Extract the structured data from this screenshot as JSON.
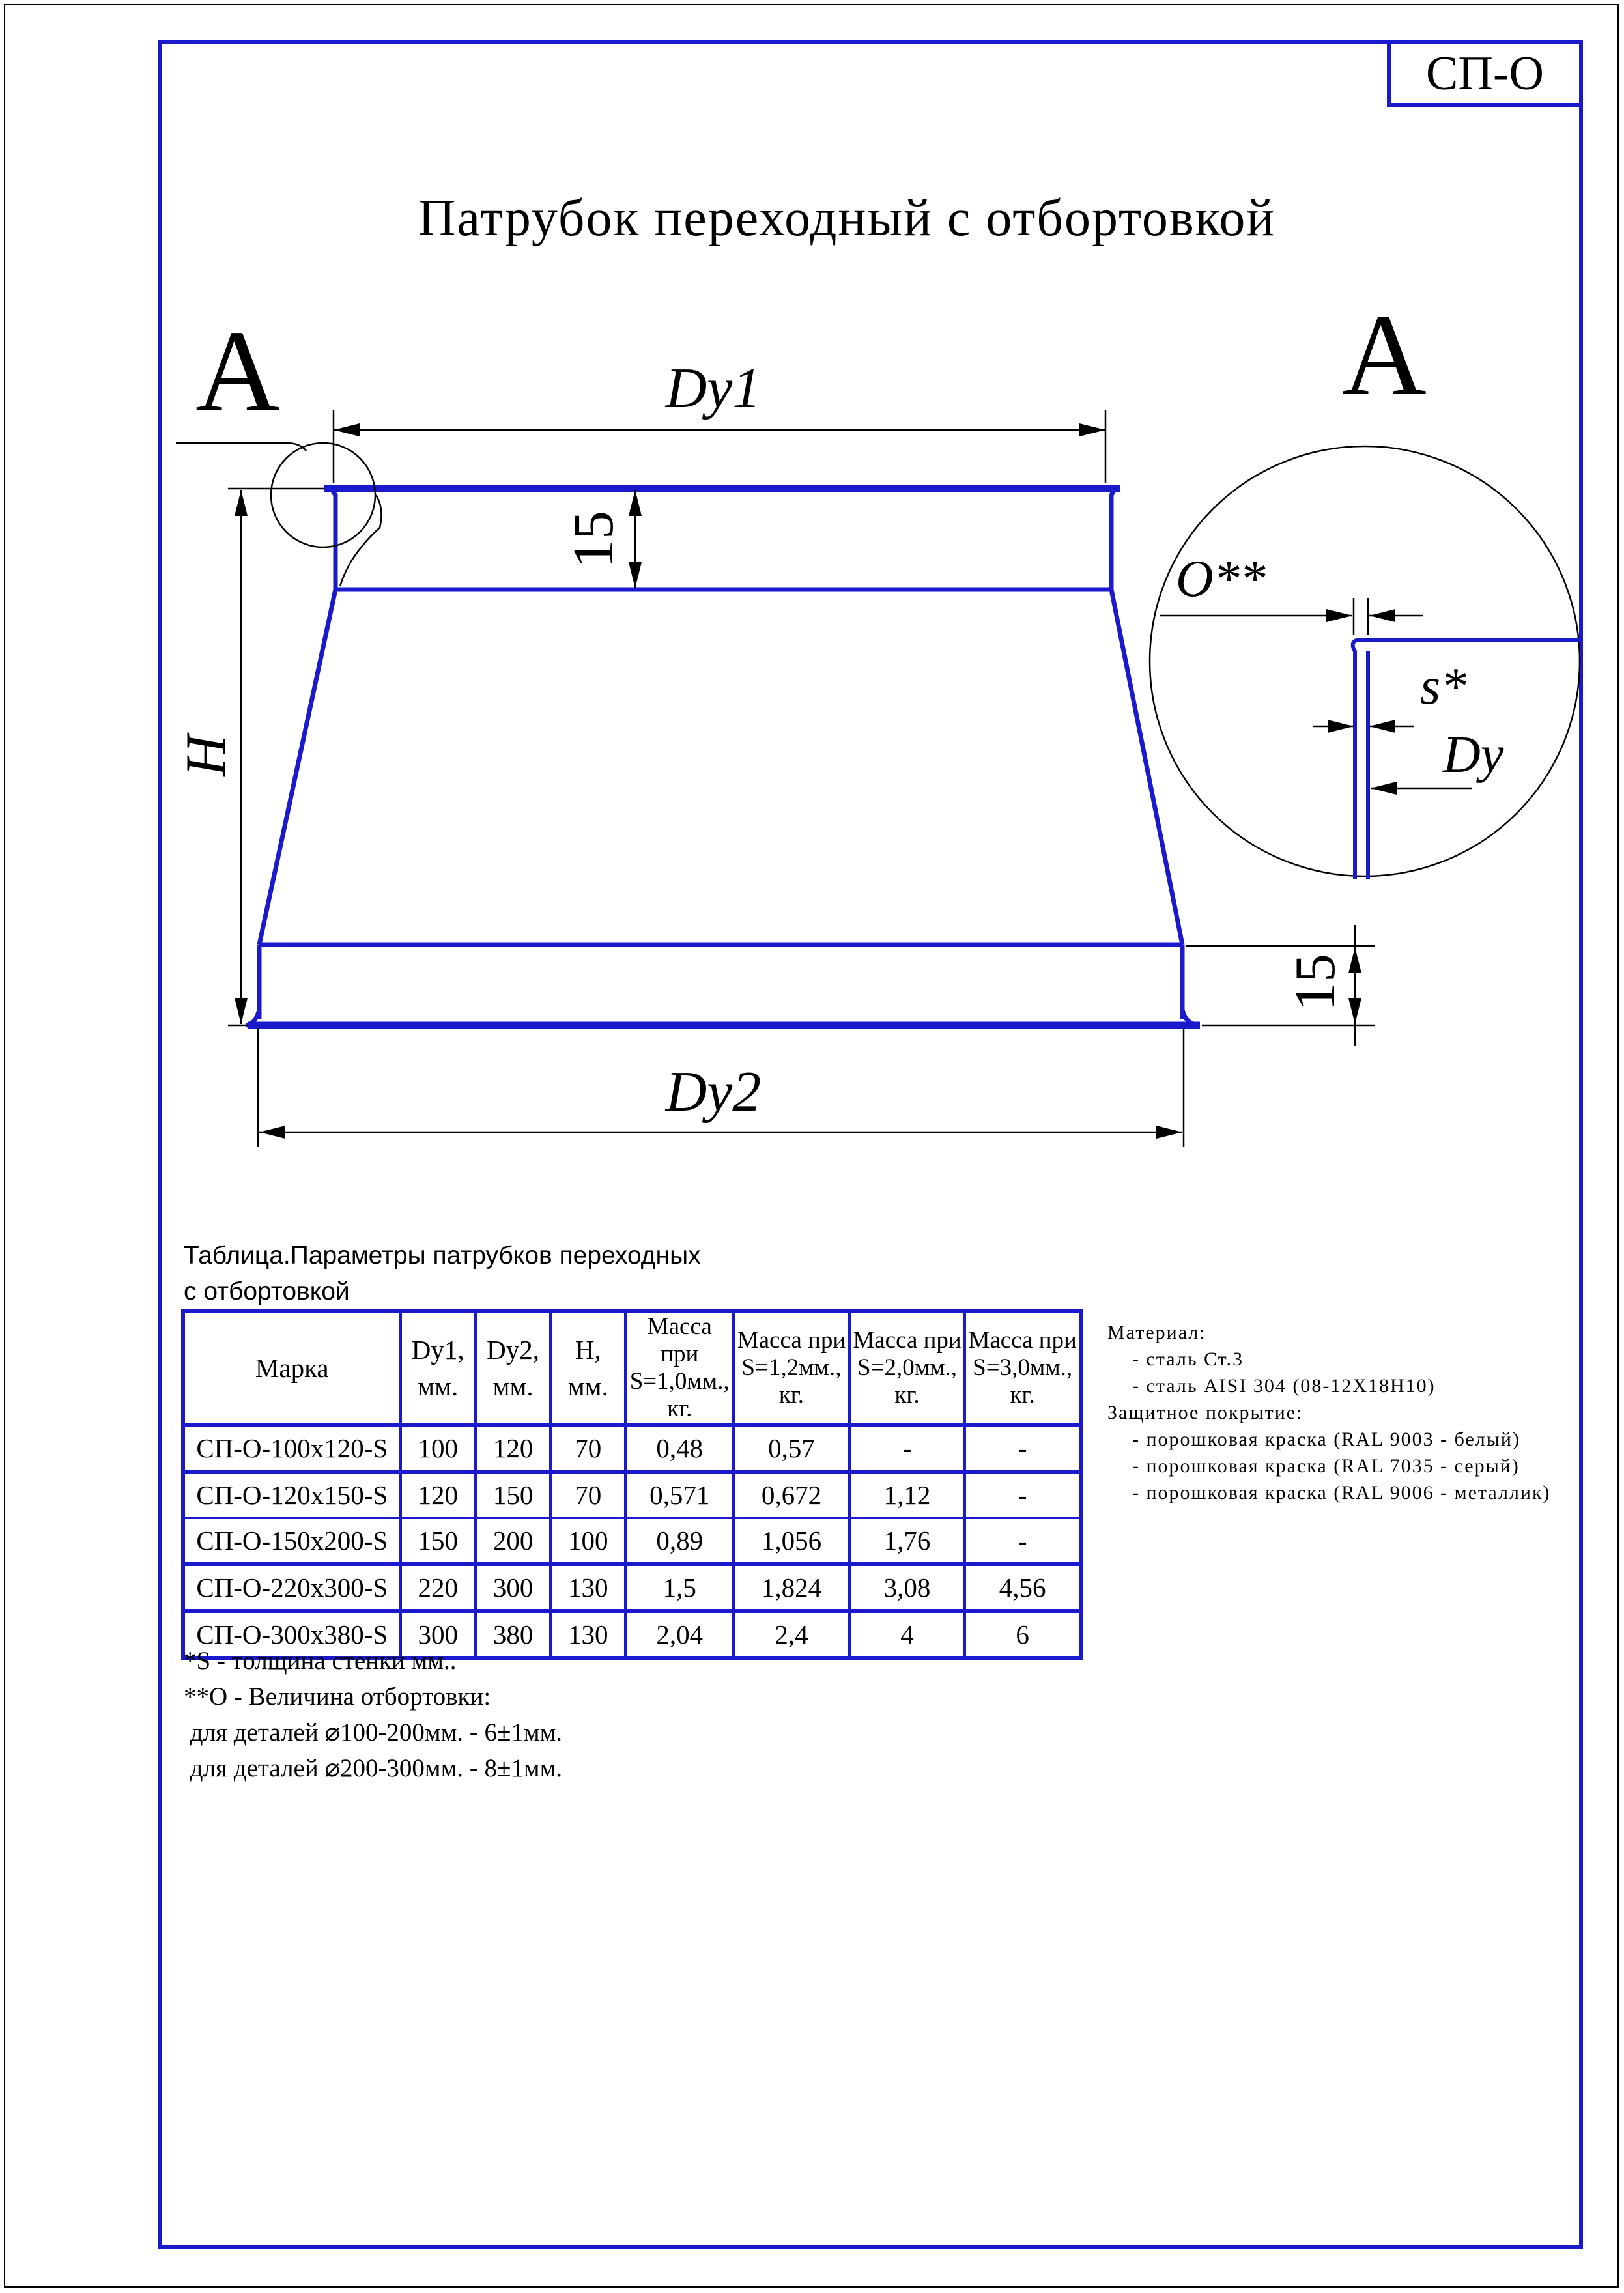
{
  "sheet": {
    "code": "СП-О"
  },
  "title": "Патрубок переходный с отбортовкой",
  "drawing": {
    "section_left": "А",
    "section_right": "А",
    "dim_top": "Dy1",
    "dim_bottom": "Dy2",
    "dim_height": "H",
    "dim_collar_top": "15",
    "dim_collar_bottom": "15",
    "detail_flare": "O**",
    "detail_wall": "s*",
    "detail_dia": "Dy"
  },
  "table": {
    "caption_line1": "Таблица.Параметры патрубков переходных",
    "caption_line2": "с отбортовкой",
    "headers": {
      "mark": "Марка",
      "dy1": [
        "Dy1,",
        "мм."
      ],
      "dy2": [
        "Dy2,",
        "мм."
      ],
      "h": [
        "H,",
        "мм."
      ],
      "m1": [
        "Масса при",
        "S=1,0мм.,",
        "кг."
      ],
      "m12": [
        "Масса при",
        "S=1,2мм.,",
        "кг."
      ],
      "m2": [
        "Масса при",
        "S=2,0мм.,",
        "кг."
      ],
      "m3": [
        "Масса при",
        "S=3,0мм.,",
        "кг."
      ]
    },
    "rows": [
      [
        "СП-О-100х120-S",
        "100",
        "120",
        "70",
        "0,48",
        "0,57",
        "-",
        "-"
      ],
      [
        "СП-О-120х150-S",
        "120",
        "150",
        "70",
        "0,571",
        "0,672",
        "1,12",
        "-"
      ],
      [
        "СП-О-150х200-S",
        "150",
        "200",
        "100",
        "0,89",
        "1,056",
        "1,76",
        "-"
      ],
      [
        "СП-О-220х300-S",
        "220",
        "300",
        "130",
        "1,5",
        "1,824",
        "3,08",
        "4,56"
      ],
      [
        "СП-О-300х380-S",
        "300",
        "380",
        "130",
        "2,04",
        "2,4",
        "4",
        "6"
      ]
    ]
  },
  "notes": [
    "*S - толщина стенки мм..",
    "**O - Величина отбортовки:",
    " для деталей ⌀100-200мм. - 6±1мм.",
    " для деталей ⌀200-300мм. - 8±1мм."
  ],
  "material": [
    "Материал:",
    "    - сталь Ст.3",
    "    - сталь AISI 304 (08-12Х18Н10)",
    "Защитное покрытие:",
    "    - порошковая краска (RAL 9003 - белый)",
    "    - порошковая краска (RAL 7035 - серый)",
    "    - порошковая краска (RAL 9006 - металлик)"
  ],
  "colors": {
    "frame": "#1a1acc",
    "line": "#000000"
  }
}
